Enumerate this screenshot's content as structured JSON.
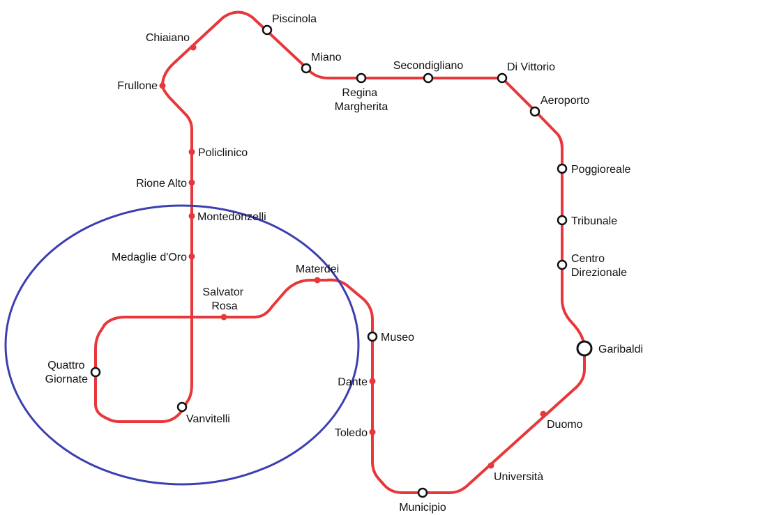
{
  "colors": {
    "line": "#e8373b",
    "highlight": "#3b3fb0",
    "station_outline": "#111111",
    "station_fill": "#ffffff",
    "minor_stop": "#e8373b",
    "text": "#111111"
  },
  "stations": {
    "piscinola": "Piscinola",
    "chiaiano": "Chiaiano",
    "miano": "Miano",
    "frullone": "Frullone",
    "regina_margherita": [
      "Regina",
      "Margherita"
    ],
    "secondigliano": "Secondigliano",
    "di_vittorio": "Di Vittorio",
    "aeroporto": "Aeroporto",
    "policlinico": "Policlinico",
    "rione_alto": "Rione Alto",
    "poggioreale": "Poggioreale",
    "montedonzelli": "Montedonzelli",
    "tribunale": "Tribunale",
    "medaglie_doro": "Medaglie d'Oro",
    "centro_direzionale": [
      "Centro",
      "Direzionale"
    ],
    "materdei": "Materdei",
    "salvator_rosa": [
      "Salvator",
      "Rosa"
    ],
    "museo": "Museo",
    "garibaldi": "Garibaldi",
    "quattro_giornate": [
      "Quattro",
      "Giornate"
    ],
    "dante": "Dante",
    "vanvitelli": "Vanvitelli",
    "duomo": "Duomo",
    "toledo": "Toledo",
    "universita": "Università",
    "municipio": "Municipio"
  }
}
